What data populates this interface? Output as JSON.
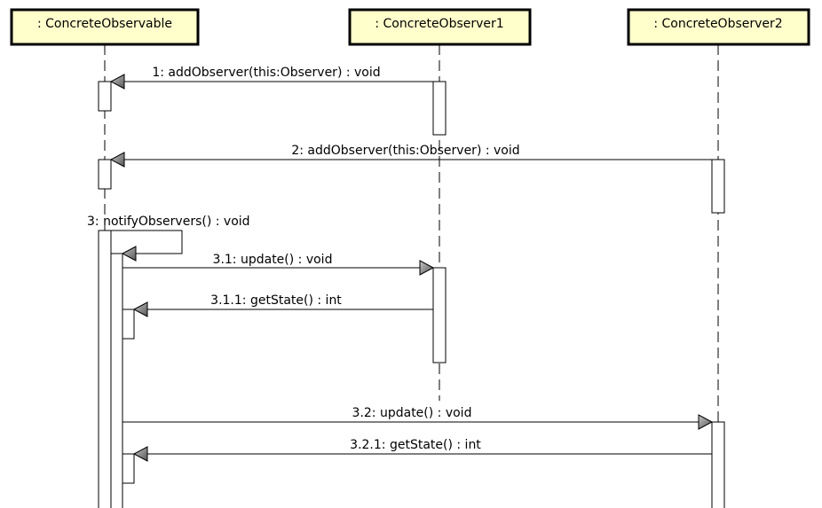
{
  "lifelines": [
    {
      "id": "observable",
      "title": ": ConcreteObservable"
    },
    {
      "id": "observer1",
      "title": ": ConcreteObserver1"
    },
    {
      "id": "observer2",
      "title": ": ConcreteObserver2"
    }
  ],
  "messages": [
    {
      "id": "m1",
      "label": "1: addObserver(this:Observer) : void"
    },
    {
      "id": "m2",
      "label": "2: addObserver(this:Observer) : void"
    },
    {
      "id": "m3",
      "label": "3: notifyObservers() : void"
    },
    {
      "id": "m31",
      "label": "3.1: update() : void"
    },
    {
      "id": "m311",
      "label": "3.1.1: getState() : int"
    },
    {
      "id": "m32",
      "label": "3.2: update() : void"
    },
    {
      "id": "m321",
      "label": "3.2.1: getState() : int"
    }
  ]
}
